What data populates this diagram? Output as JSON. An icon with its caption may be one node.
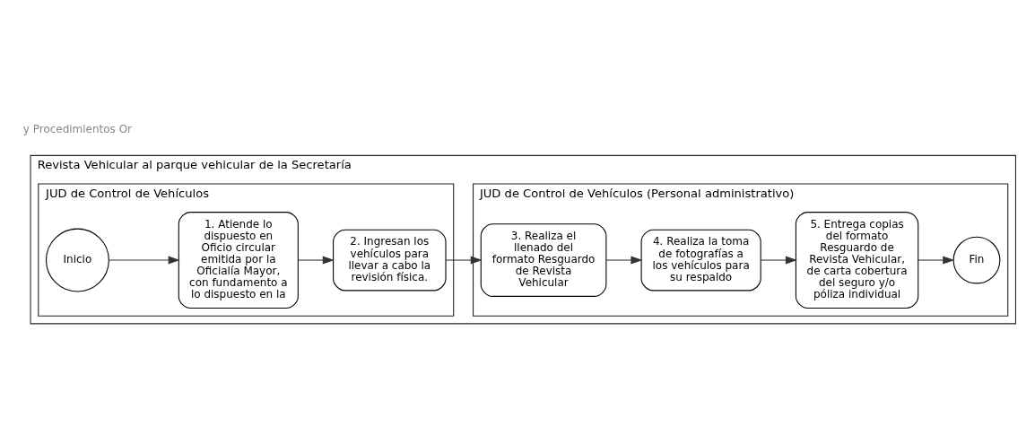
{
  "diagram": {
    "nodes": [
      {
        "text": [
          "Revista Vehicular al parque vehicular de la Secretaría"
        ]
      },
      {
        "text": [
          "JUD de Control de Vehículos"
        ],
        "in": 0
      },
      {
        "text": [
          "JUD de Control de Vehículos (Personal administrativo)"
        ],
        "in": 0
      },
      {
        "text": [
          "Inicio"
        ],
        "in": 1
      },
      {
        "text": [
          "1. Atiende lo dispuesto en Oficio circular emitida por la Oficialía Mayor, con fundamento a lo dispuesto en la"
        ],
        "in": 1
      },
      {
        "text": [
          "2. Ingresan los vehículos para llevar a cabo la revisión física."
        ],
        "in": 1
      },
      {
        "text": [
          "3. Realiza el llenado del formato Resguardo de Revista Vehicular"
        ],
        "in": 2
      },
      {
        "text": [
          "4. Realiza la toma de fotografías a los vehículos para su respaldo"
        ],
        "in": 2
      },
      {
        "text": [
          "5. Entrega copias del formato Resguardo de Revista Vehicular, de carta cobertura del seguro y/o póliza individual"
        ],
        "in": 2
      },
      {
        "text": [
          "Fin"
        ],
        "in": 2
      }
    ],
    "edges": [
      {
        "from": 3,
        "to": 4,
        "arrow": "to"
      },
      {
        "from": 4,
        "to": 5,
        "arrow": "to"
      },
      {
        "from": 5,
        "to": 6,
        "arrow": "to"
      },
      {
        "from": 6,
        "to": 7,
        "arrow": "to"
      },
      {
        "from": 7,
        "to": 8,
        "arrow": "to"
      },
      {
        "from": 8,
        "to": 9,
        "arrow": "to"
      }
    ],
    "labels": [
      "y Procedimientos Or"
    ]
  }
}
